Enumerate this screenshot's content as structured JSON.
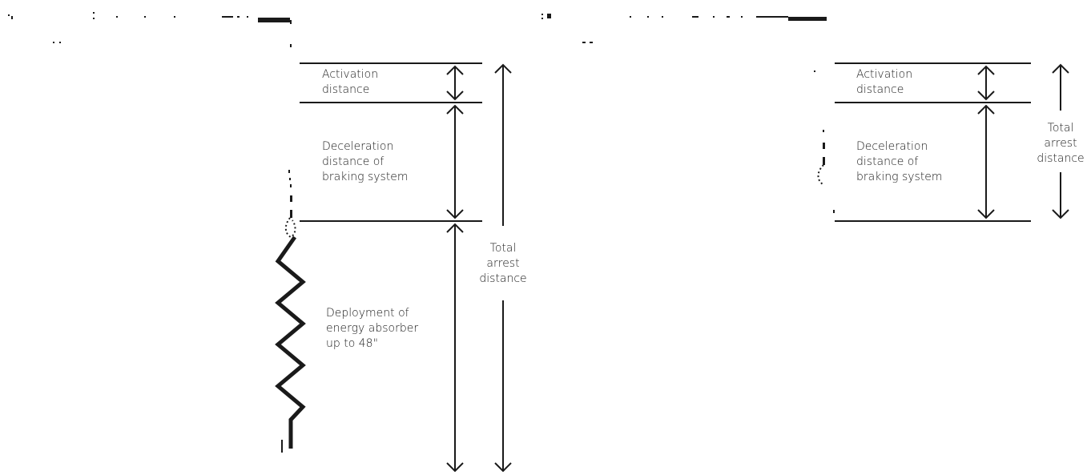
{
  "colors": {
    "ink": "#1a1a1a",
    "background": "#ffffff"
  },
  "left_diagram": {
    "activation_label": "Activation\ndistance",
    "deceleration_label": "Deceleration\ndistance of\nbraking system",
    "absorber_label": "Deployment of\nenergy absorber\nup to 48\"",
    "total_label": "Total\narrest\ndistance"
  },
  "right_diagram": {
    "activation_label": "Activation\ndistance",
    "deceleration_label": "Deceleration\ndistance of\nbraking system",
    "total_label": "Total\narrest\ndistance"
  }
}
